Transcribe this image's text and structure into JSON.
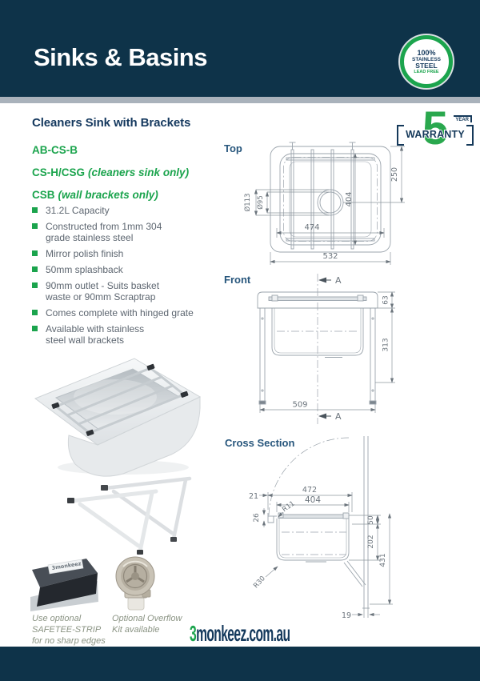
{
  "header": {
    "title": "Sinks & Basins"
  },
  "steel_badge": {
    "line1": "100%",
    "line2": "STAINLESS",
    "line3": "STEEL",
    "line4": "LEAD FREE"
  },
  "warranty": {
    "number": "5",
    "year": "YEAR",
    "label": "WARRANTY"
  },
  "product": {
    "heading": "Cleaners Sink with Brackets",
    "codes": [
      {
        "code": "AB-CS-B",
        "note": ""
      },
      {
        "code": "CS-H/CSG",
        "note": "(cleaners sink only)"
      },
      {
        "code": "CSB",
        "note": "(wall brackets only)"
      }
    ],
    "features": [
      "31.2L Capacity",
      "Constructed from 1mm 304\ngrade stainless steel",
      "Mirror polish finish",
      "50mm splashback",
      "90mm outlet - Suits basket\nwaste or 90mm Scraptrap",
      "Comes complete with hinged grate",
      "Available with stainless\nsteel wall brackets"
    ]
  },
  "drawings": {
    "top": {
      "label": "Top",
      "dia_outer": "Ø113",
      "dia_inner": "Ø95",
      "inner_width": "474",
      "inner_depth": "404",
      "outlet_offset": "250",
      "overall_width": "532"
    },
    "front": {
      "label": "Front",
      "section_letter": "A",
      "splash_height": "63",
      "depth": "313",
      "bracket_span": "509"
    },
    "cross": {
      "label": "Cross Section",
      "lip": "21",
      "overall_width": "472",
      "bowl_width": "404",
      "rim_radius": "R11",
      "lip_height": "26",
      "bowl_radius": "R30",
      "splash": "50",
      "bowl_depth": "202",
      "overall_height": "431",
      "wall_offset": "19"
    }
  },
  "photos": {
    "strip_label": "3monkeez"
  },
  "notes": [
    {
      "text": "Use optional\nSAFETEE-STRIP\nfor no sharp edges"
    },
    {
      "text": "Optional Overflow\nKit available"
    }
  ],
  "footer": {
    "brand_prefix": "3",
    "brand_suffix": "monkeez.com.au"
  },
  "colors": {
    "navy": "#0e3349",
    "heading_navy": "#14385e",
    "green": "#1ba44d",
    "body_gray": "#5d6670",
    "caption": "#8a9383",
    "line_gray": "#9ba4ac"
  }
}
